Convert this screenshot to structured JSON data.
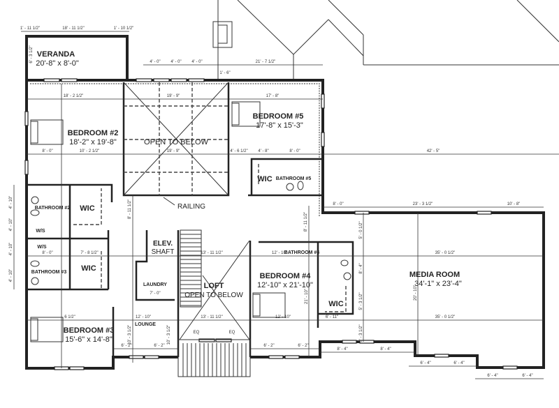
{
  "rooms": {
    "veranda": {
      "name": "VERANDA",
      "size": "20'-8\" x 8'-0\""
    },
    "bedroom2": {
      "name": "BEDROOM #2",
      "size": "18'-2\" x 19'-8\""
    },
    "open_upper": "OPEN TO BELOW",
    "bedroom5": {
      "name": "BEDROOM #5",
      "size": "17'-8\" x 15'-3\""
    },
    "wic5": "WIC",
    "bathroom5": "BATHROOM #5",
    "railing": "RAILING",
    "bathroom2": "BATHROOM #2",
    "wic2": "WIC",
    "wis1": "W/S",
    "wis2": "W/S",
    "elev": {
      "line1": "ELEV.",
      "line2": "SHAFT"
    },
    "bathroom3": "BATHROOM #3",
    "wic3": "WIC",
    "laundry": {
      "name": "LAUNDRY",
      "size": "7' - 0\""
    },
    "loft": {
      "name": "LOFT",
      "sub": "OPEN TO BELOW"
    },
    "bedroom4": {
      "name": "BEDROOM #4",
      "size": "12'-10\" x 21'-10\""
    },
    "bathroom4": "BATHROOM #4",
    "wic4": "WIC",
    "media": {
      "name": "MEDIA ROOM",
      "size": "34'-1\" x 23'-4\""
    },
    "bedroom3": {
      "name": "BEDROOM #3",
      "size": "15'-6\" x 14'-8\""
    },
    "lounge": "LOUNGE"
  },
  "dims": [
    "1' - 11 1/2\"",
    "18' - 11 1/2\"",
    "1' - 10 1/2\"",
    "6' - 3 1/2\"",
    "4' - 0\"",
    "4' - 0\"",
    "4' - 0\"",
    "21' - 7 1/2\"",
    "1' - 6\"",
    "18' - 2 1/2\"",
    "19' - 9\"",
    "17' - 8\"",
    "8' - 0\"",
    "10' - 2 1/2\"",
    "19' - 9\"",
    "4' - 6 1/2\"",
    "4' - 8\"",
    "8' - 0\"",
    "42' - 5\"",
    "8' - 0\"",
    "23' - 3 1/2\"",
    "10' - 8\"",
    "35' - 0 1/2\"",
    "13' - 11 1/2\"",
    "12' - 10\"",
    "7' - 8 1/2\"",
    "8' - 0\"",
    "6' - 11\"",
    "35' - 0 1/2\"",
    "12' - 10\"",
    "13' - 11 1/2\"",
    "12' - 10\"",
    "6 1/2\"",
    "EQ",
    "EQ",
    "6' - 2\"",
    "6' - 2\"",
    "6' - 2\"",
    "6' - 2\"",
    "8' - 4\"",
    "8' - 4\"",
    "6' - 4\"",
    "6' - 4\"",
    "6' - 4\"",
    "6' - 4\"",
    "8' - 11 1/2\"",
    "8' - 11 1/2\"",
    "20' - 10\"",
    "5' - 0 1/2\"",
    "8' - 4\"",
    "5' - 3 1/2\"",
    "5' - 3 1/2\"",
    "4' - 10\"",
    "4' - 10\"",
    "4' - 10\"",
    "4' - 10\"",
    "21' - 10\"",
    "10' - 3 1/2\"",
    "10' - 3 1/2\""
  ]
}
